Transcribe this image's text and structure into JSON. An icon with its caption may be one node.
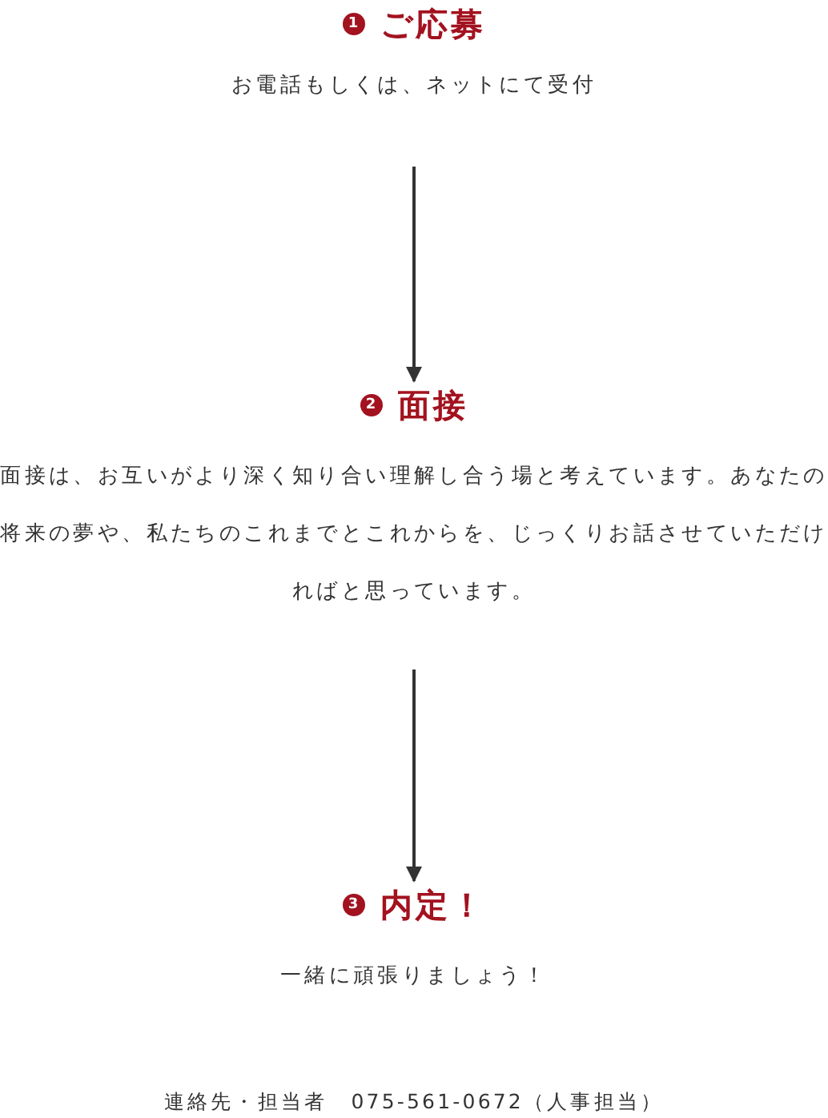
{
  "diagram": {
    "nodes": [
      {
        "text": [
          "1",
          "ご応募",
          "お電話もしくは、ネットにて受付"
        ]
      },
      {
        "text": [
          "2",
          "面接",
          "面接は、お互いがより深く知り合い理解し合う場と考えています。あなたの将来の夢や、私たちのこれまでとこれからを、じっくりお話させていただければと思っています。"
        ]
      },
      {
        "text": [
          "3",
          "内定！",
          "一緒に頑張りましょう！"
        ]
      }
    ],
    "edges": [
      {
        "from": 0,
        "to": 1,
        "arrow": "to"
      },
      {
        "from": 1,
        "to": 2,
        "arrow": "to"
      }
    ],
    "labels": [
      "連絡先・担当者　075-561-0672（人事担当）"
    ]
  }
}
